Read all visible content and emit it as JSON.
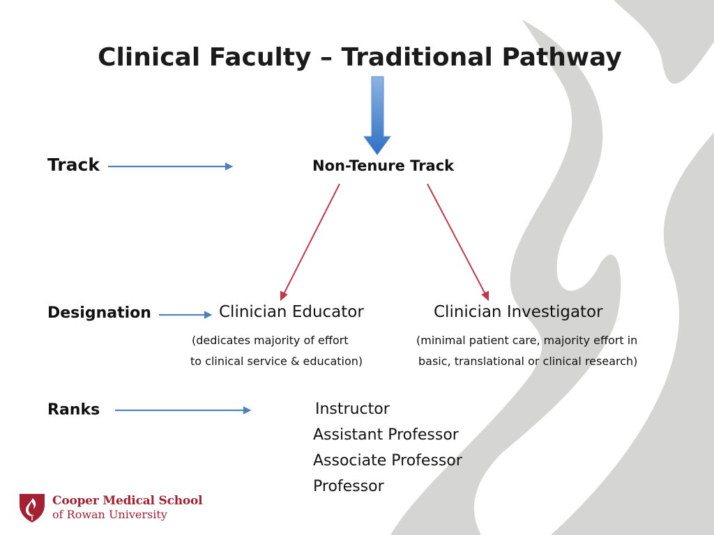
{
  "title": "Clinical Faculty – Traditional Pathway",
  "track": {
    "label": "Track",
    "value": "Non-Tenure Track"
  },
  "designation": {
    "label": "Designation",
    "educator": {
      "title": "Clinician Educator",
      "note_line1": "(dedicates majority of effort",
      "note_line2": "to clinical service & education)"
    },
    "investigator": {
      "title": "Clinician Investigator",
      "note_line1": "(minimal patient care, majority effort in",
      "note_line2": "basic, translational or clinical research)"
    }
  },
  "ranks": {
    "label": "Ranks",
    "items": [
      "Instructor",
      "Assistant Professor",
      "Associate Professor",
      "Professor"
    ]
  },
  "logo": {
    "line1": "Cooper Medical School",
    "line2": "of Rowan University"
  },
  "colors": {
    "connector_blue": "#4f81bd",
    "branch_red": "#c0394b",
    "brand_red": "#a32133",
    "flame_gray": "#d5d5d3"
  }
}
